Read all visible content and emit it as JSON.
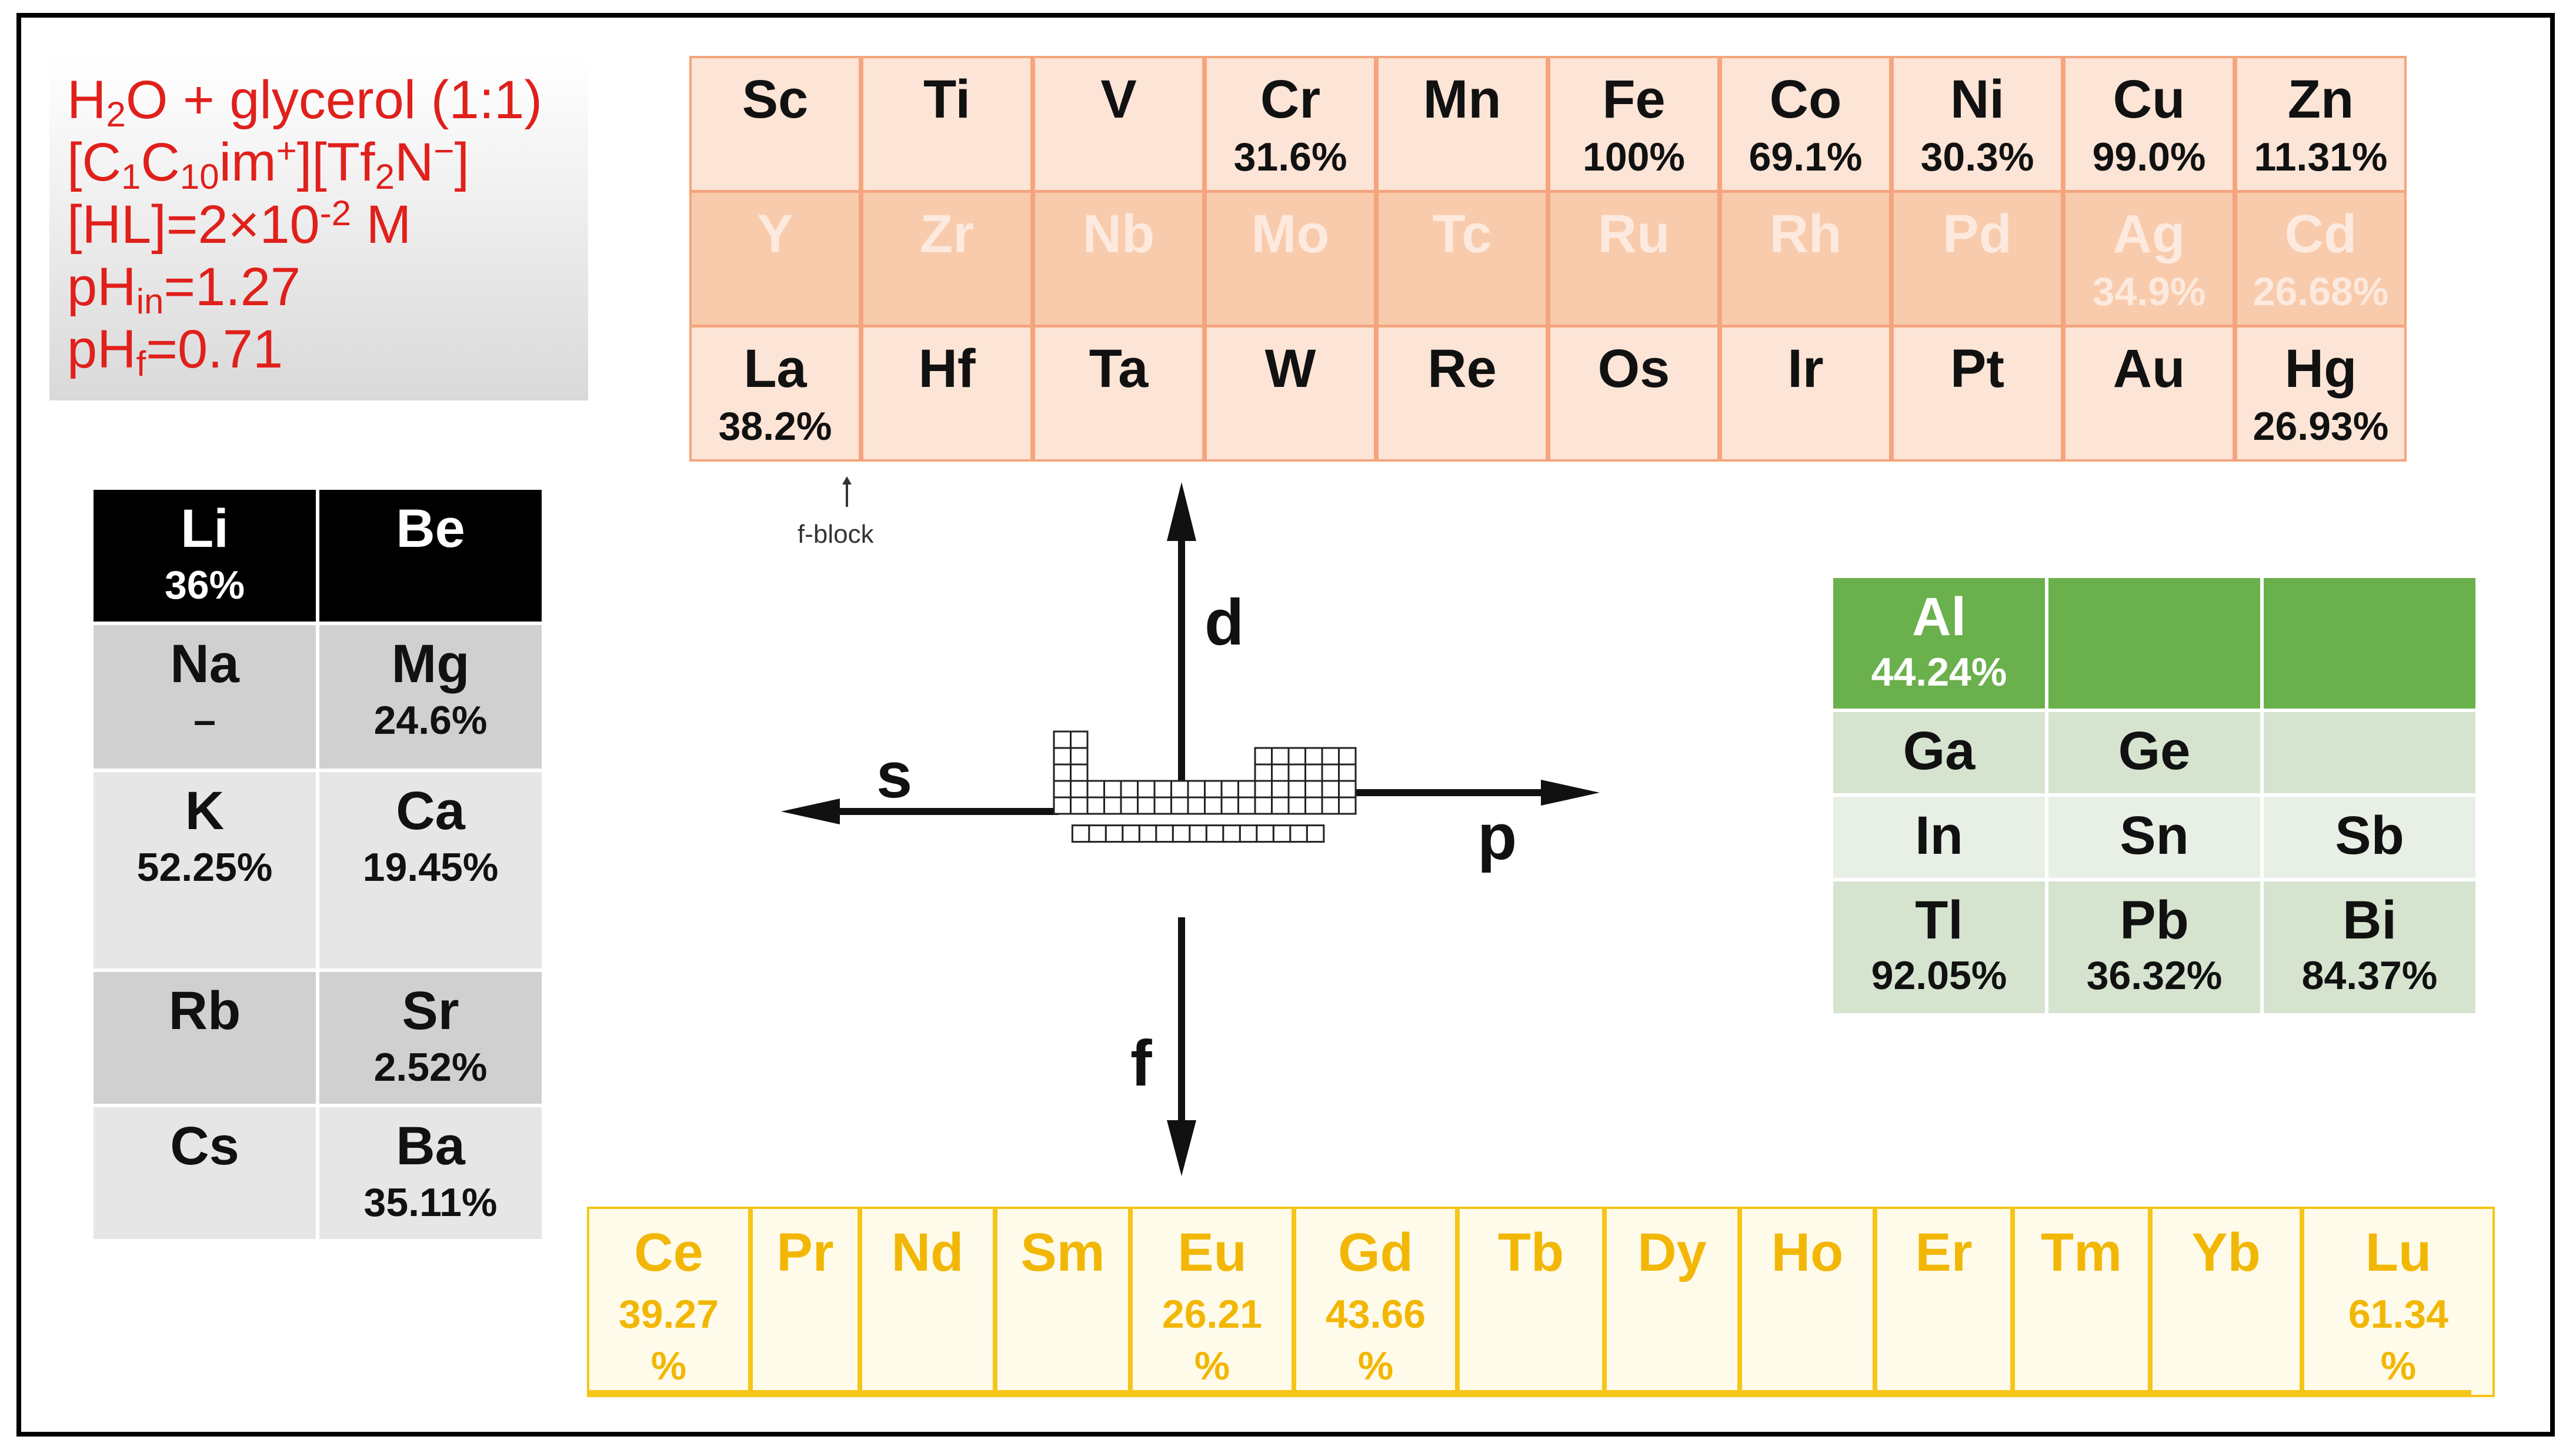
{
  "conditions": {
    "line1": {
      "a": "H",
      "sub": "2",
      "b": "O + glycerol (1:1)"
    },
    "line2": {
      "a": "[C",
      "sub1": "1",
      "b": "C",
      "sub2": "10",
      "c": "im",
      "sup1": "+",
      "d": "][Tf",
      "sub3": "2",
      "e": "N",
      "sup2": "−",
      "f": "]"
    },
    "line3": {
      "a": "[HL]=2×10",
      "sup": "-2",
      "b": " M"
    },
    "line4": {
      "a": "pH",
      "sub": "in",
      "b": "=1.27"
    },
    "line5": {
      "a": "pH",
      "sub": "f",
      "b": "=0.71"
    }
  },
  "d_block": {
    "rows": [
      [
        [
          "Sc",
          ""
        ],
        [
          "Ti",
          ""
        ],
        [
          "V",
          ""
        ],
        [
          "Cr",
          "31.6%"
        ],
        [
          "Mn",
          ""
        ],
        [
          "Fe",
          "100%"
        ],
        [
          "Co",
          "69.1%"
        ],
        [
          "Ni",
          "30.3%"
        ],
        [
          "Cu",
          "99.0%"
        ],
        [
          "Zn",
          "11.31%"
        ]
      ],
      [
        [
          "Y",
          ""
        ],
        [
          "Zr",
          ""
        ],
        [
          "Nb",
          ""
        ],
        [
          "Mo",
          ""
        ],
        [
          "Tc",
          ""
        ],
        [
          "Ru",
          ""
        ],
        [
          "Rh",
          ""
        ],
        [
          "Pd",
          ""
        ],
        [
          "Ag",
          "34.9%"
        ],
        [
          "Cd",
          "26.68%"
        ]
      ],
      [
        [
          "La",
          "38.2%"
        ],
        [
          "Hf",
          ""
        ],
        [
          "Ta",
          ""
        ],
        [
          "W",
          ""
        ],
        [
          "Re",
          ""
        ],
        [
          "Os",
          ""
        ],
        [
          "Ir",
          ""
        ],
        [
          "Pt",
          ""
        ],
        [
          "Au",
          ""
        ],
        [
          "Hg",
          "26.93%"
        ]
      ]
    ]
  },
  "f_block_pointer": "f-block",
  "s_block": {
    "rows": [
      [
        [
          "Li",
          "36%"
        ],
        [
          "Be",
          ""
        ]
      ],
      [
        [
          "Na",
          "–"
        ],
        [
          "Mg",
          "24.6%"
        ]
      ],
      [
        [
          "K",
          "52.25%"
        ],
        [
          "Ca",
          "19.45%"
        ]
      ],
      [
        [
          "Rb",
          ""
        ],
        [
          "Sr",
          "2.52%"
        ]
      ],
      [
        [
          "Cs",
          ""
        ],
        [
          "Ba",
          "35.11%"
        ]
      ]
    ]
  },
  "p_block": {
    "rows": [
      [
        [
          "Al",
          "44.24%"
        ],
        [
          "",
          ""
        ],
        [
          "",
          ""
        ]
      ],
      [
        [
          "Ga",
          ""
        ],
        [
          "Ge",
          ""
        ],
        [
          "",
          ""
        ]
      ],
      [
        [
          "In",
          ""
        ],
        [
          "Sn",
          ""
        ],
        [
          "Sb",
          ""
        ]
      ],
      [
        [
          "Tl",
          "92.05%"
        ],
        [
          "Pb",
          "36.32%"
        ],
        [
          "Bi",
          "84.37%"
        ]
      ]
    ]
  },
  "lanthanides": [
    [
      "Ce",
      "39.27",
      "%"
    ],
    [
      "Pr",
      "",
      ""
    ],
    [
      "Nd",
      "",
      ""
    ],
    [
      "Sm",
      "",
      ""
    ],
    [
      "Eu",
      "26.21",
      "%"
    ],
    [
      "Gd",
      "43.66",
      "%"
    ],
    [
      "Tb",
      "",
      ""
    ],
    [
      "Dy",
      "",
      ""
    ],
    [
      "Ho",
      "",
      ""
    ],
    [
      "Er",
      "",
      ""
    ],
    [
      "Tm",
      "",
      ""
    ],
    [
      "Yb",
      "",
      ""
    ],
    [
      "Lu",
      "61.34",
      "%"
    ]
  ],
  "axes": {
    "d": "d",
    "s": "s",
    "p": "p",
    "f": "f"
  },
  "colors": {
    "condition_text": "#e0201b",
    "d_block_border": "#f4a57e",
    "p_block_green": "#6ab04c",
    "f_block_yellow": "#f5c518"
  }
}
